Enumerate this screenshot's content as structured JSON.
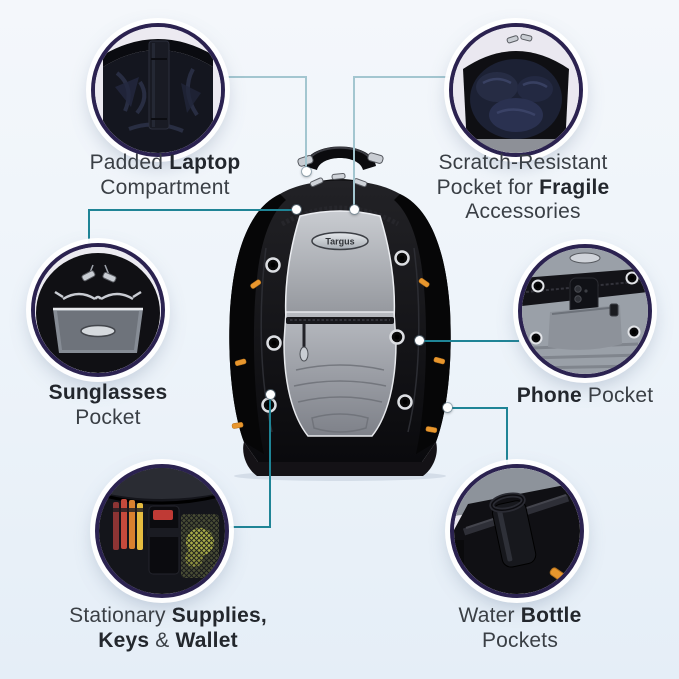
{
  "brand": {
    "name": "Targus"
  },
  "colors": {
    "background_top": "#f4f7fb",
    "background_bottom": "#e5eef7",
    "connector_teal": "#1f8496",
    "connector_light": "#a3c6d0",
    "circle_rim_navy": "#2b2250",
    "label_text": "#3a3f45",
    "label_text_bold": "#23272d",
    "backpack_black": "#0d0d10",
    "backpack_gray_panel": "#a9acb2",
    "accent_orange": "#e8962d"
  },
  "callouts": {
    "laptop": {
      "line1_regular": "Padded ",
      "line1_bold": "Laptop",
      "line2": "Compartment"
    },
    "scratch": {
      "line1": "Scratch-Resistant",
      "line2_regular": "Pocket for ",
      "line2_bold": "Fragile",
      "line3": "Accessories"
    },
    "sunglasses": {
      "line1_bold": "Sunglasses",
      "line2": "Pocket"
    },
    "phone": {
      "line1_bold": "Phone",
      "line1_regular": " Pocket"
    },
    "stationery": {
      "line1_regular": "Stationary ",
      "line1_bold": "Supplies,",
      "line2_bold1": "Keys",
      "line2_regular": " & ",
      "line2_bold2": "Wallet"
    },
    "water": {
      "line1_regular": "Water ",
      "line1_bold": "Bottle",
      "line2": "Pockets"
    }
  }
}
